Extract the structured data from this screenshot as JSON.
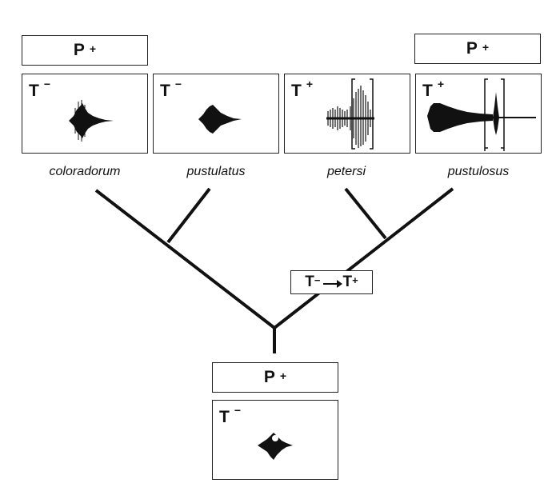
{
  "species": [
    {
      "name": "coloradorum",
      "t_state": "T",
      "t_sign": "−",
      "p_label": "P",
      "p_sign": "+"
    },
    {
      "name": "pustulatus",
      "t_state": "T",
      "t_sign": "−"
    },
    {
      "name": "petersi",
      "t_state": "T",
      "t_sign": "+"
    },
    {
      "name": "pustulosus",
      "t_state": "T",
      "t_sign": "+",
      "p_label": "P",
      "p_sign": "+"
    }
  ],
  "ancestor": {
    "p_label": "P",
    "p_sign": "+",
    "t_state": "T",
    "t_sign": "−"
  },
  "transition": {
    "from": "T",
    "from_sign": "−",
    "to": "T",
    "to_sign": "+"
  }
}
